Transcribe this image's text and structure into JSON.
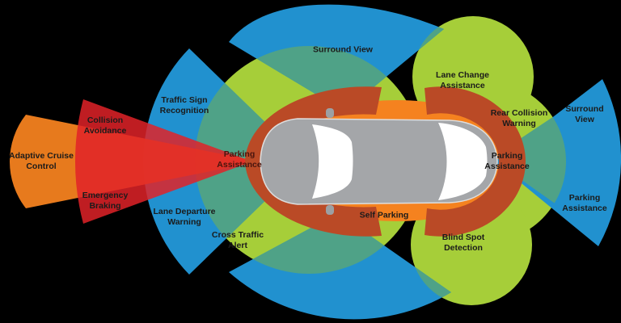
{
  "diagram": {
    "subject": "car-adas-sensor-coverage",
    "background": "#000000",
    "colors": {
      "green_zone": "#A6CE39",
      "blue_zone": "#2191CF",
      "teal_overlap": "#4FA287",
      "orange_zone": "#F5821F",
      "red_zone": "#E02228",
      "rust_arc": "#BA4A26",
      "car_body": "#A4A6A9",
      "car_glass": "#FFFFFF",
      "label_text": "#1b1b1b",
      "label_text_dark_red": "#49150e"
    }
  },
  "zones": [
    {
      "id": "adaptive-cruise-control",
      "label": "Adaptive Cruise\nControl",
      "color": "#F5821F"
    },
    {
      "id": "collision-avoidance",
      "label": "Collision\nAvoidance",
      "color": "#E02228"
    },
    {
      "id": "emergency-braking",
      "label": "Emergency\nBraking",
      "color": "#E02228"
    },
    {
      "id": "traffic-sign-recognition",
      "label": "Traffic Sign\nRecognition",
      "color": "#2191CF"
    },
    {
      "id": "lane-departure-warning",
      "label": "Lane Departure\nWarning",
      "color": "#2191CF"
    },
    {
      "id": "cross-traffic-alert",
      "label": "Cross Traffic\nAlert",
      "color": "#A6CE39"
    },
    {
      "id": "parking-assistance-front",
      "label": "Parking\nAssistance",
      "color": "#BA4A26"
    },
    {
      "id": "surround-view-top",
      "label": "Surround View",
      "color": "#2191CF"
    },
    {
      "id": "self-parking",
      "label": "Self Parking",
      "color": "#F5821F"
    },
    {
      "id": "lane-change-assistance",
      "label": "Lane Change\nAssistance",
      "color": "#A6CE39"
    },
    {
      "id": "rear-collision-warning",
      "label": "Rear Collision\nWarning",
      "color": "#A6CE39"
    },
    {
      "id": "blind-spot-detection",
      "label": "Blind Spot\nDetection",
      "color": "#A6CE39"
    },
    {
      "id": "parking-assistance-rear",
      "label": "Parking\nAssistance",
      "color": "#BA4A26"
    },
    {
      "id": "surround-view-right",
      "label": "Surround View",
      "color": "#2191CF"
    },
    {
      "id": "parking-assistance-right",
      "label": "Parking\nAssistance",
      "color": "#2191CF"
    }
  ]
}
